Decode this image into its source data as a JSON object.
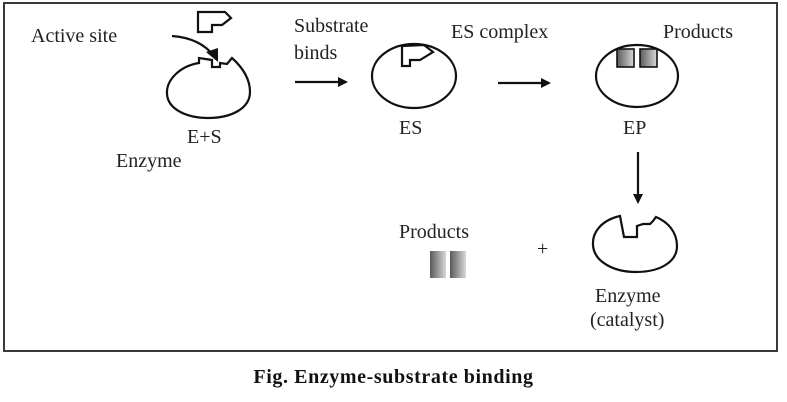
{
  "diagram": {
    "labels": {
      "active_site": "Active site",
      "substrate_binds_line1": "Substrate",
      "substrate_binds_line2": "binds",
      "es_complex": "ES complex",
      "products_top": "Products",
      "e_plus_s": "E+S",
      "enzyme_left": "Enzyme",
      "es": "ES",
      "ep": "EP",
      "products_bottom": "Products",
      "plus": "+",
      "enzyme_bottom": "Enzyme",
      "catalyst": "(catalyst)"
    },
    "stages": [
      "E+S",
      "ES",
      "EP",
      "Products + Enzyme"
    ],
    "arrows": [
      {
        "from": "E+S",
        "to": "ES",
        "label": "Substrate binds"
      },
      {
        "from": "ES",
        "to": "EP",
        "label": "ES complex"
      },
      {
        "from": "EP",
        "to": "Products + Enzyme",
        "label": ""
      }
    ],
    "colors": {
      "stroke": "#111111",
      "product_dark": "#6e6e6e",
      "product_light": "#c8c8c8"
    }
  },
  "caption": "Fig. Enzyme-substrate binding"
}
